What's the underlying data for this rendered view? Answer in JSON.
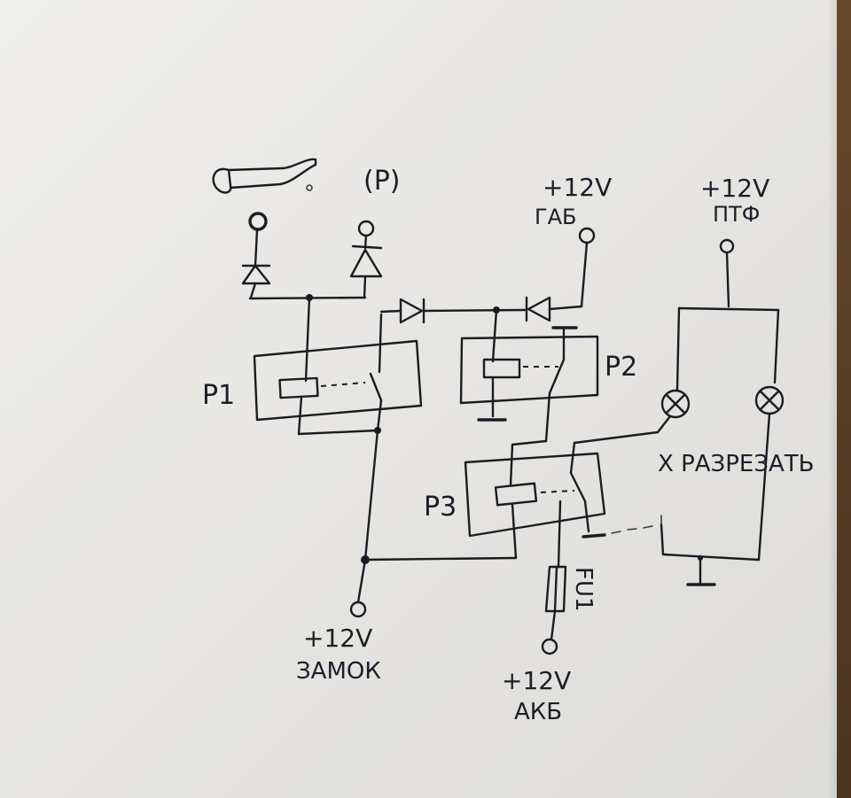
{
  "labels": {
    "parking_mark": "(P)",
    "gab_voltage": "+12V",
    "gab_name": "ГАБ",
    "ptf_voltage": "+12V",
    "ptf_name": "ПТФ",
    "relay1": "P1",
    "relay2": "P2",
    "relay3": "P3",
    "cut_note": "X РАЗРЕЗАТЬ",
    "ign_voltage": "+12V",
    "ign_name": "ЗАМОК",
    "fuse": "FU1",
    "batt_voltage": "+12V",
    "batt_name": "АКБ"
  },
  "colors": {
    "ink": "#1b1b22",
    "paper": "#e9e8e5"
  }
}
